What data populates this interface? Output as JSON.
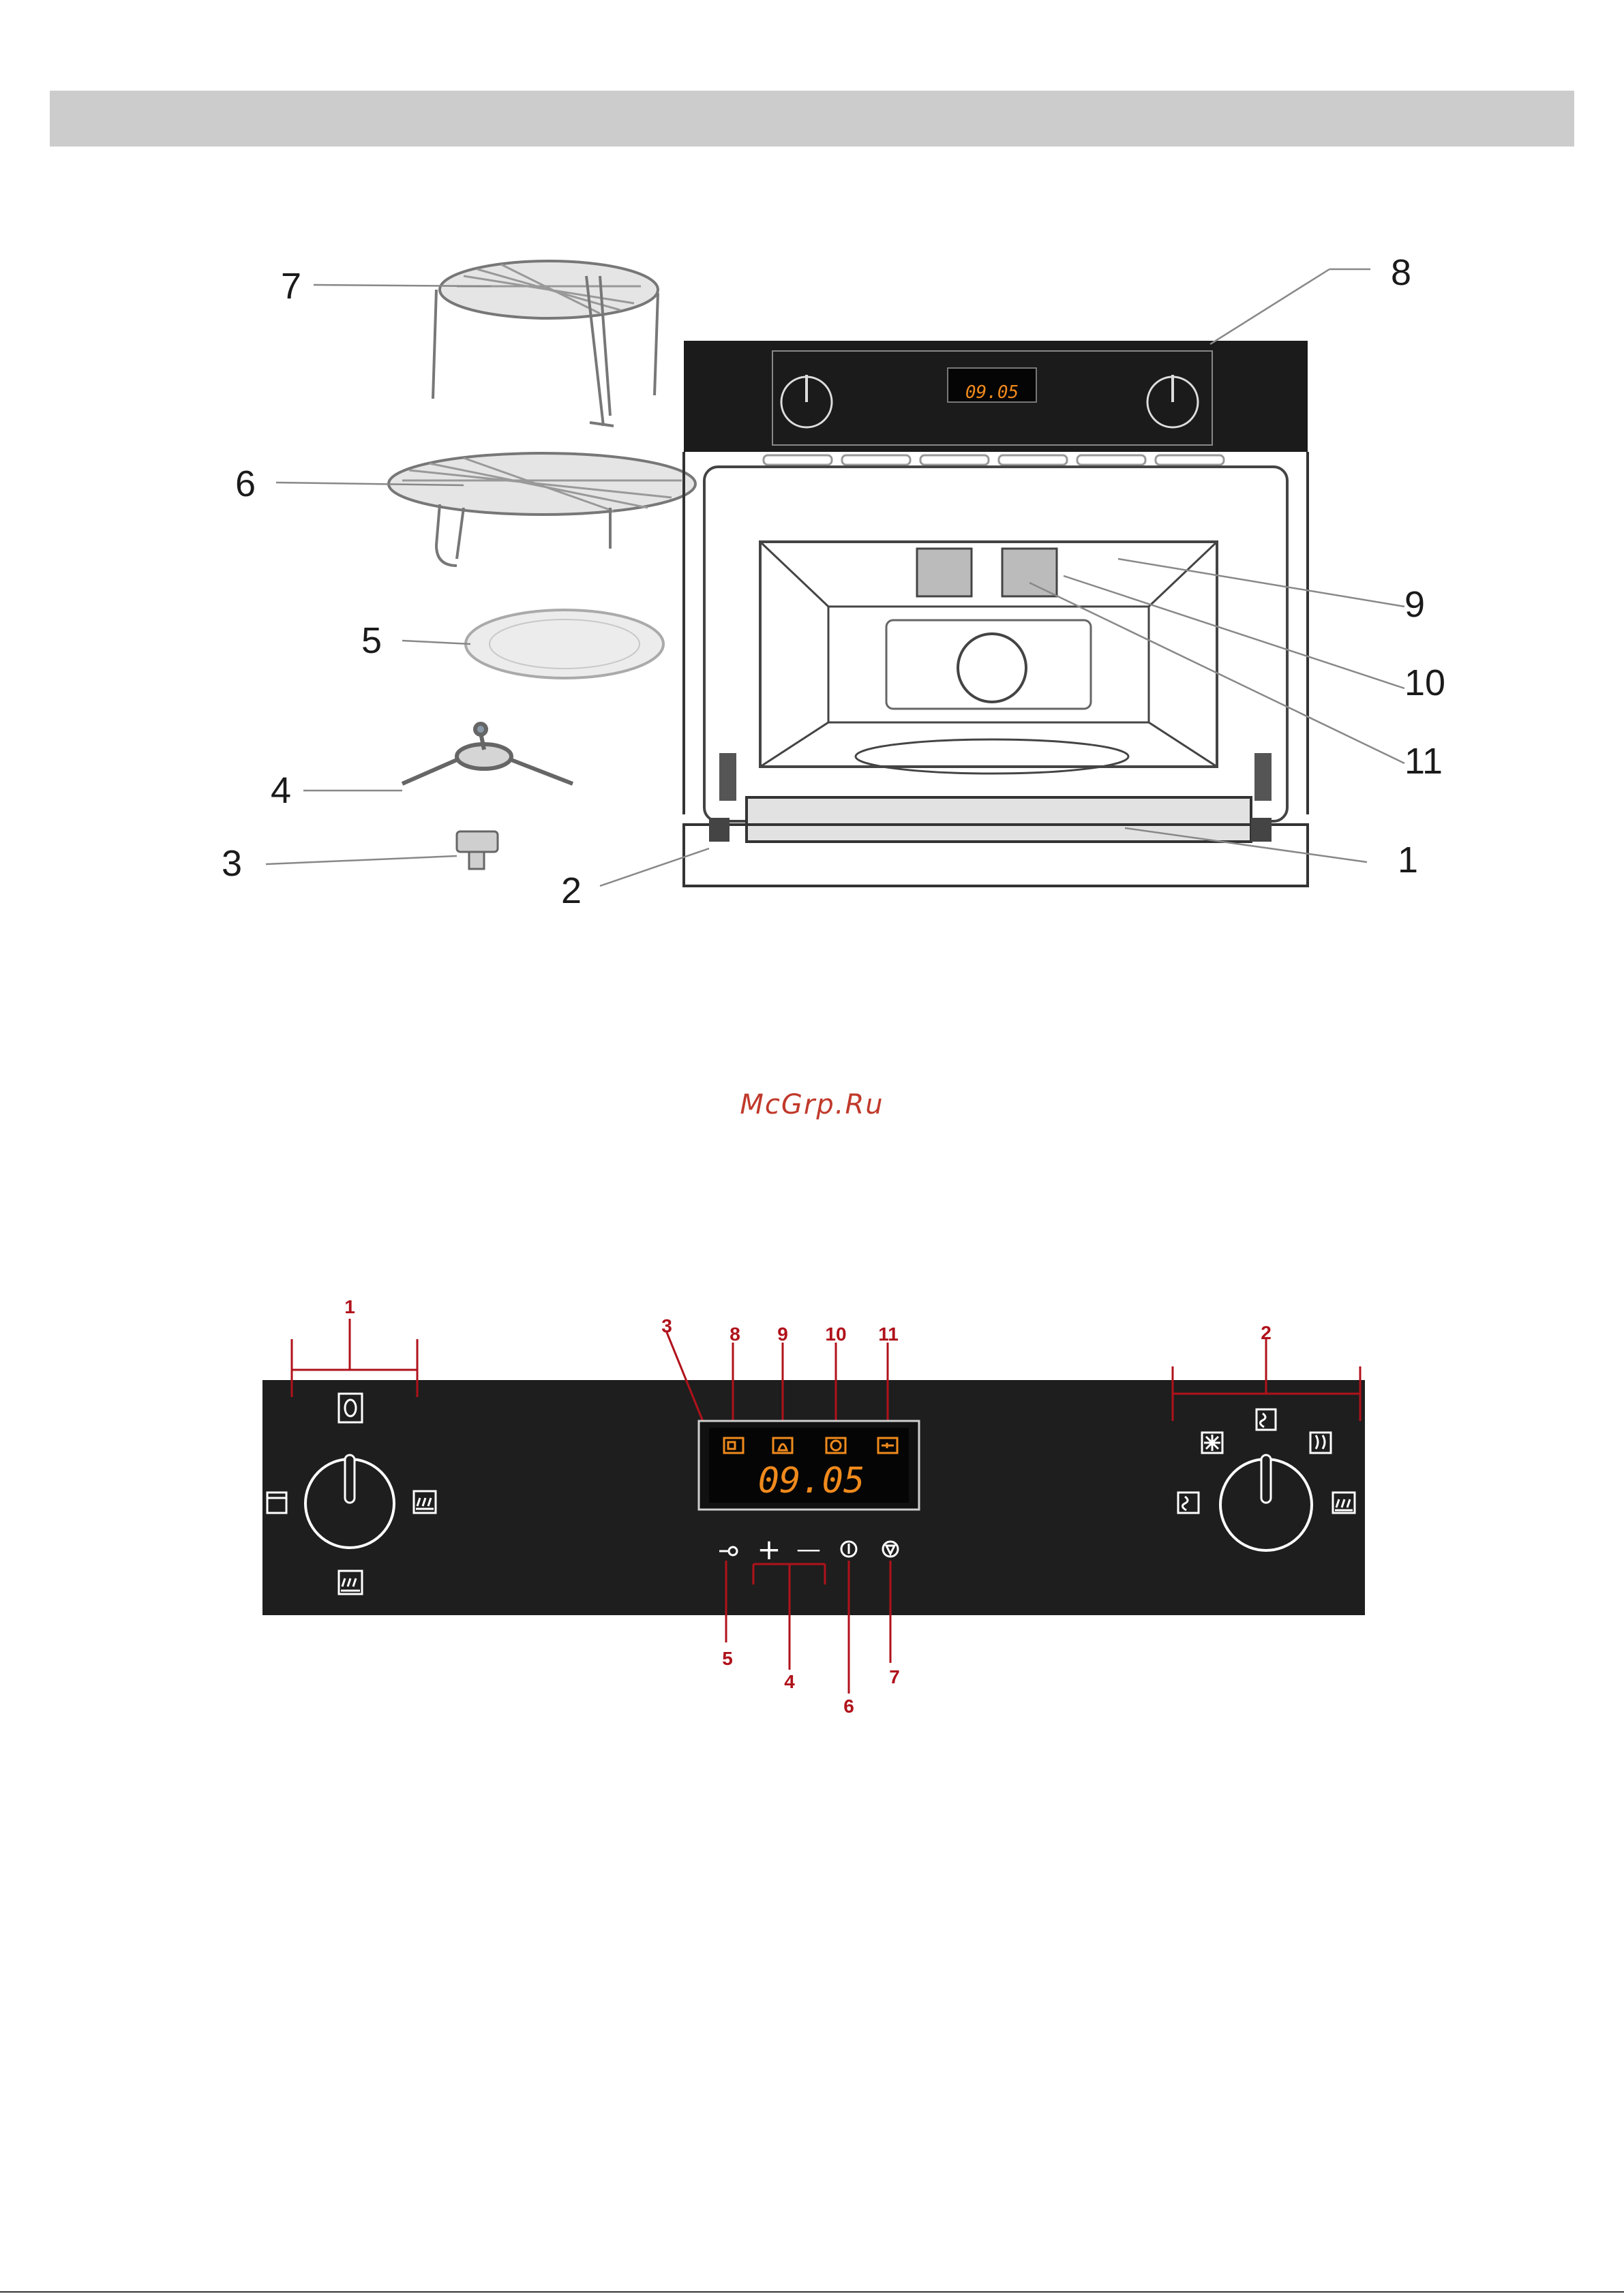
{
  "top_figure": {
    "callouts": [
      "1",
      "2",
      "3",
      "4",
      "5",
      "6",
      "7",
      "8",
      "9",
      "10",
      "11"
    ],
    "mini_display_time": "09.05"
  },
  "watermark": "McGrp.Ru",
  "control_panel": {
    "display_time": "09.05",
    "callouts": {
      "left_knob": "1",
      "right_knob": "2",
      "display": "3",
      "plus_minus": "4",
      "lock": "5",
      "power": "6",
      "stop": "7",
      "icon_8": "8",
      "icon_9": "9",
      "icon_10": "10",
      "icon_11": "11"
    },
    "plus_label": "+",
    "minus_label": "—",
    "icons": [
      "lock-key-icon",
      "plus-icon",
      "minus-icon",
      "power-icon",
      "stop-icon",
      "microwave-icon",
      "bell-icon",
      "clock-icon",
      "lock-icon"
    ],
    "colors": {
      "panel": "#1e1e1e",
      "display_text": "#f08a1c",
      "callout_red": "#b0121b"
    }
  }
}
